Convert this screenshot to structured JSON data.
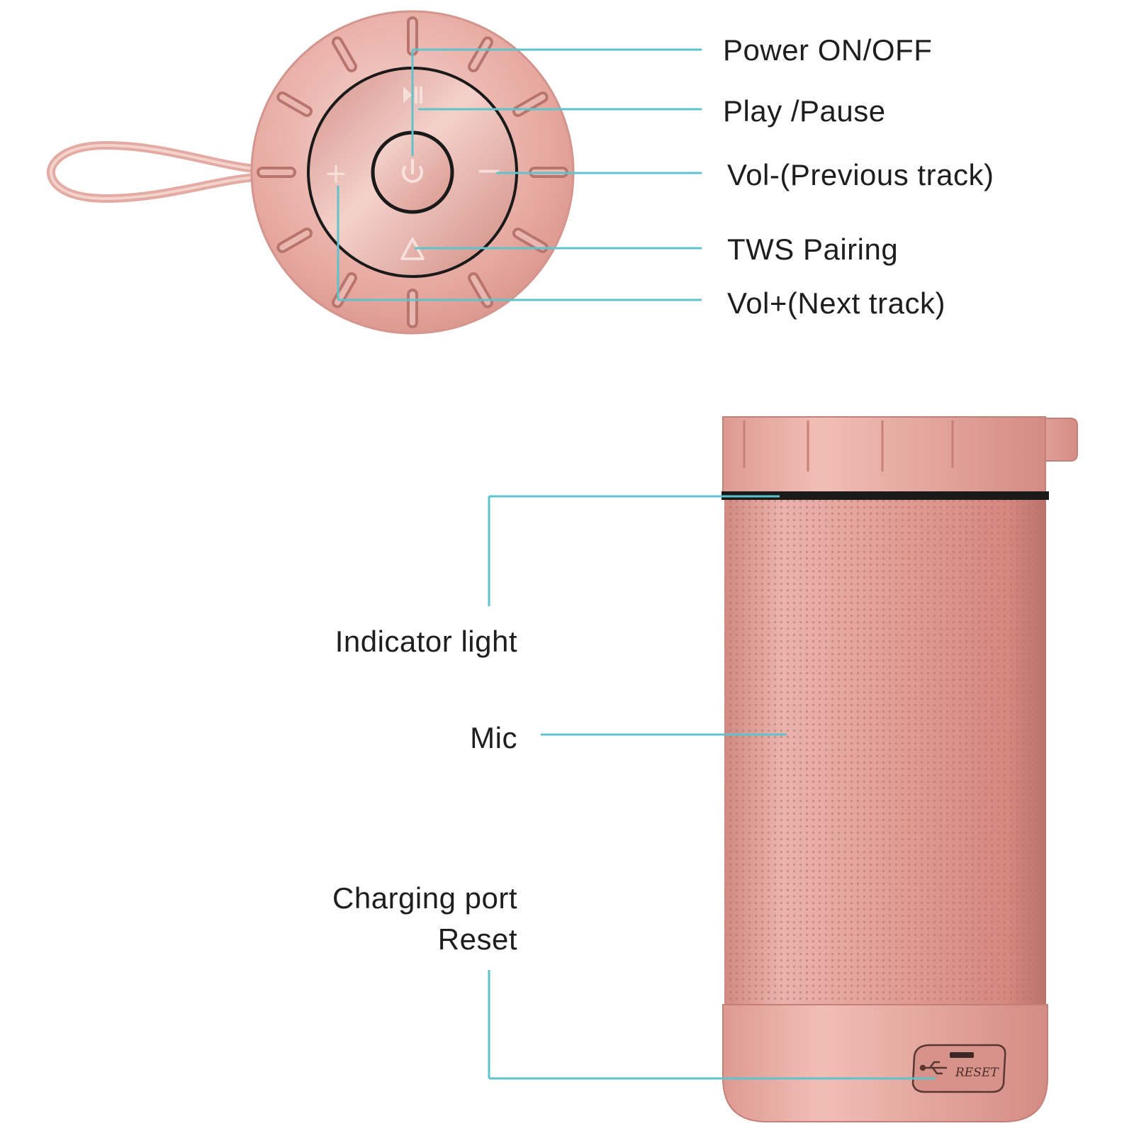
{
  "colors": {
    "leader_line": "#5fc3cc",
    "rose_gold": "#e7a8a1",
    "rose_gold_dark": "#c98379",
    "rose_gold_light": "#f3cdc6",
    "outline": "#1a1a1a"
  },
  "top_view": {
    "labels": {
      "power": "Power ON/OFF",
      "play_pause": "Play /Pause",
      "vol_minus": "Vol-(Previous track)",
      "tws": "TWS Pairing",
      "vol_plus": "Vol+(Next track)"
    },
    "button_glyphs": {
      "plus": "+",
      "minus": "−"
    },
    "icons": [
      "power-icon",
      "play-pause-icon",
      "minus-icon",
      "plus-icon",
      "tws-triangle-icon"
    ]
  },
  "side_view": {
    "labels": {
      "indicator": "Indicator light",
      "mic": "Mic",
      "charging": "Charging port",
      "reset": "Reset"
    },
    "port_text": {
      "reset": "RESET"
    },
    "icons": [
      "usb-icon"
    ]
  }
}
